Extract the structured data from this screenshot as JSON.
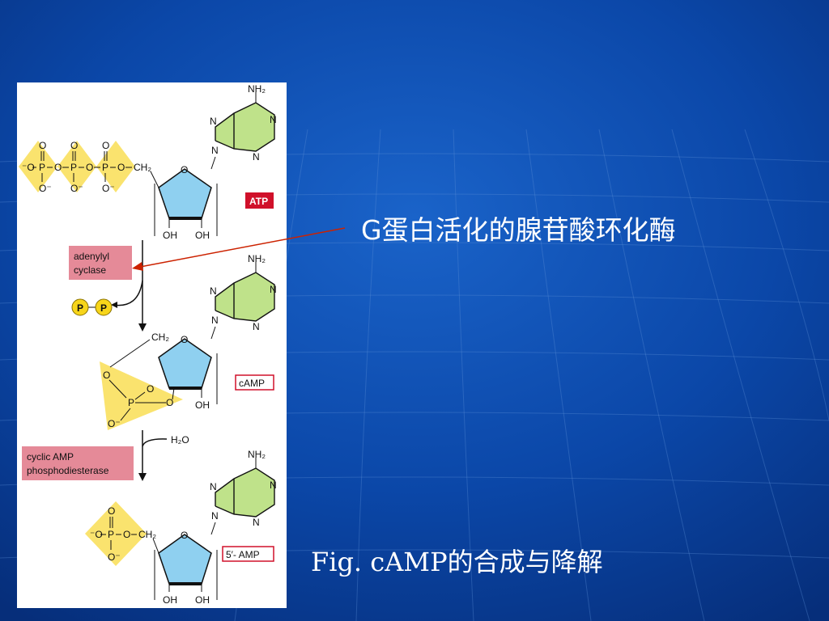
{
  "slide": {
    "enzyme_note": "G蛋白活化的腺苷酸环化酶",
    "caption": "Fig.  cAMP的合成与降解",
    "background_color": "#0a3f9a",
    "accent_pointer_color": "#cc2200"
  },
  "diagram": {
    "molecules": [
      {
        "id": "atp",
        "label": "ATP"
      },
      {
        "id": "camp",
        "label": "cAMP"
      },
      {
        "id": "amp",
        "label": "5′- AMP"
      }
    ],
    "enzymes": [
      {
        "id": "adenylyl-cyclase",
        "lines": [
          "adenylyl",
          "cyclase"
        ]
      },
      {
        "id": "phosphodiesterase",
        "lines": [
          "cyclic AMP",
          "phosphodiesterase"
        ]
      }
    ],
    "byproduct": [
      "P",
      "P"
    ],
    "reagent": "H₂O",
    "atom_labels": {
      "amine": "NH₂",
      "nitrogen": "N",
      "oxygen": "O",
      "phosphorus": "P",
      "hydroxyl": "OH",
      "methylene": "CH₂",
      "oxide_anion": "O⁻",
      "charged_oxygen": "⁻O"
    },
    "colors": {
      "phosphate": "#fae36e",
      "ribose": "#8fd0f0",
      "base": "#bfe28a",
      "enzyme_box": "#e58a98",
      "atp_box": "#d0102a",
      "pp_circle": "#f7d51a"
    }
  }
}
